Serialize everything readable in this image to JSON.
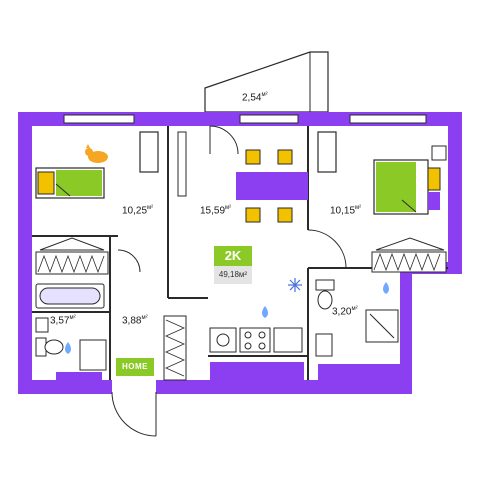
{
  "colors": {
    "wall": "#8c3ff0",
    "furniture_accent": "#8c3ff0",
    "bed_green": "#8ac926",
    "chair_yellow": "#f2c200",
    "outline": "#2a2a2a",
    "badge_green": "#8ac926",
    "badge_grey": "#e4e4e4"
  },
  "rooms": {
    "balcony": {
      "area": "2,54",
      "unit": "м²"
    },
    "bedroom_left": {
      "area": "10,25",
      "unit": "м²"
    },
    "living_kitchen": {
      "area": "15,59",
      "unit": "м²"
    },
    "bedroom_right": {
      "area": "10,15",
      "unit": "м²"
    },
    "hall": {
      "area": "3,88",
      "unit": "м²"
    },
    "bathroom": {
      "area": "3,57",
      "unit": "м²"
    },
    "wc": {
      "area": "3,20",
      "unit": "м²"
    }
  },
  "badge": {
    "type": "2K",
    "total_area": "49,18м²"
  },
  "entrance_sign": "HOME",
  "icons": [
    "cat-icon",
    "snowflake-icon",
    "water-drop-icon",
    "bed-icon",
    "bathtub-icon",
    "toilet-icon",
    "stove-icon",
    "sink-icon",
    "dining-table-icon",
    "chair-icon",
    "wardrobe-icon",
    "door-icon",
    "window-icon"
  ]
}
